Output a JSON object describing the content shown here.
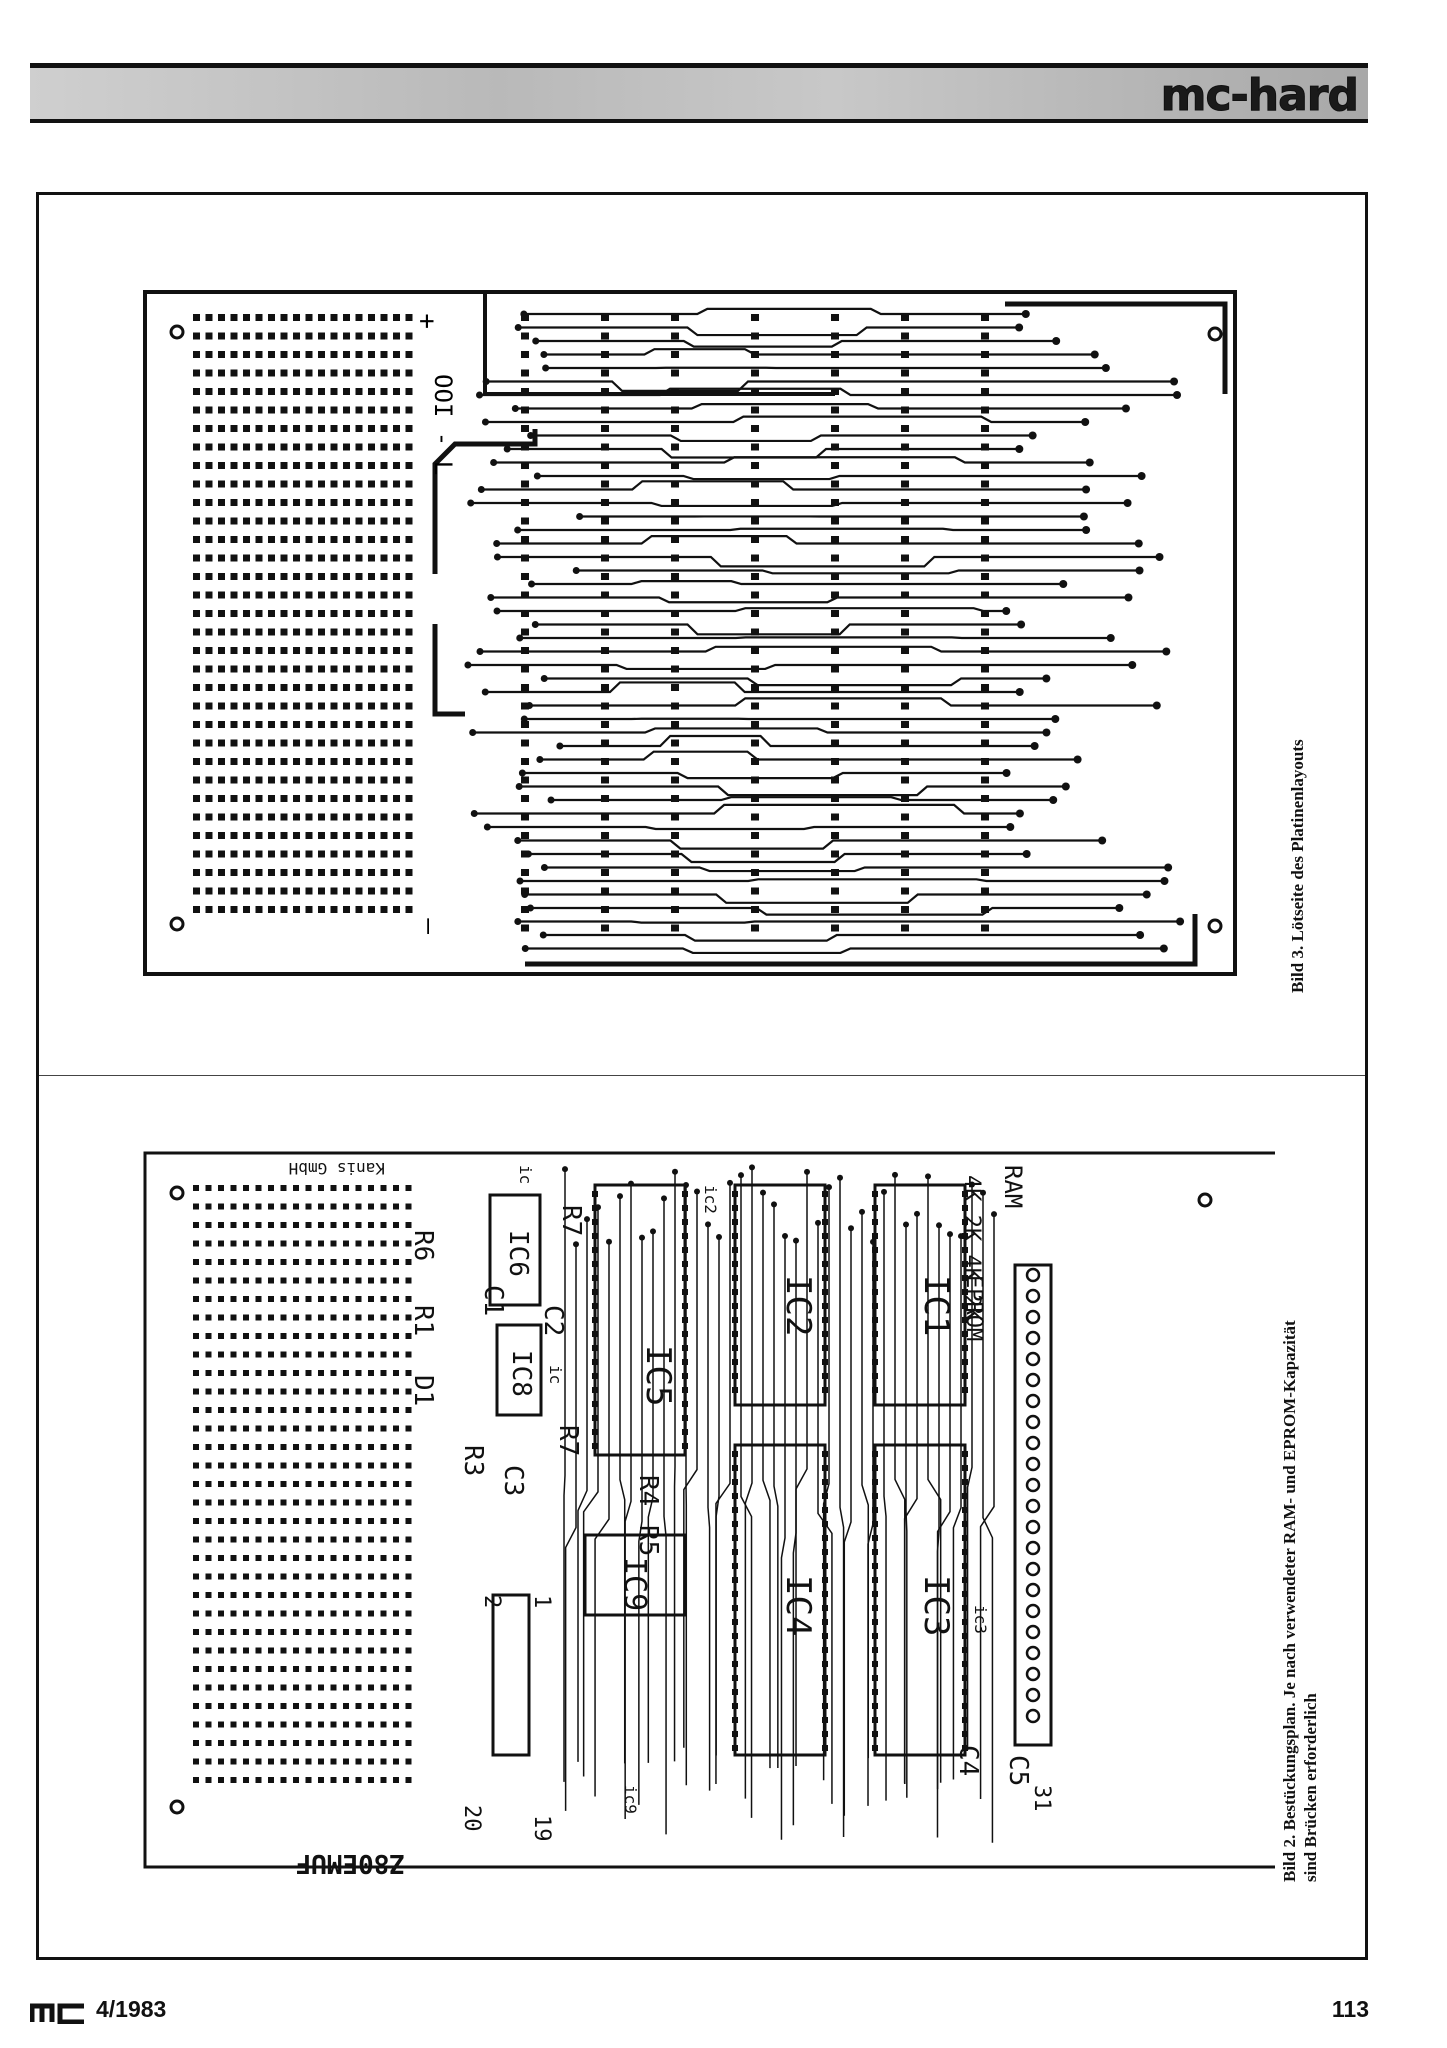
{
  "header": {
    "section_tag": "mc-hard"
  },
  "figure_top": {
    "board_marks": {
      "plus": "+",
      "minus": "–",
      "board_id": "OOI - L"
    },
    "caption": "Bild 3. Lötseite des Platinenlayouts"
  },
  "figure_bottom": {
    "manufacturer": "Kanis GmbH",
    "board_name": "Z80EMUF",
    "components": {
      "ic1": "IC1",
      "ic2": "IC2",
      "ic3": "IC3",
      "ic4": "IC4",
      "ic5": "IC5",
      "ic6": "IC6",
      "ic8": "IC8",
      "ic9": "IC9",
      "r1": "R1",
      "r3": "R3",
      "r4": "R4",
      "r5": "R5",
      "r6": "R6",
      "r7a": "R7",
      "r7b": "R7",
      "c1": "C1",
      "c2": "C2",
      "c3": "C3",
      "c4": "C4",
      "c5": "C5",
      "d1": "D1"
    },
    "labels": {
      "eprom": "EPROM",
      "ram": "RAM",
      "sizes": "4K 2K 4K 2K",
      "pin20": "20",
      "pin19": "19",
      "pin1": "1",
      "pin2": "2",
      "pin31": "31",
      "ic_small_1": "ic2",
      "ic_small_2": "ic3",
      "ic_small_3": "ic9",
      "ic_small_4": "ic",
      "ic_small_5": "ic"
    },
    "caption_line1": "Bild 2. Bestückungsplan. Je nach verwendeter RAM- und EPROM-Kapazität",
    "caption_line2": "sind Brücken erforderlich"
  },
  "footer": {
    "issue": "4/1983",
    "page_number": "113"
  }
}
